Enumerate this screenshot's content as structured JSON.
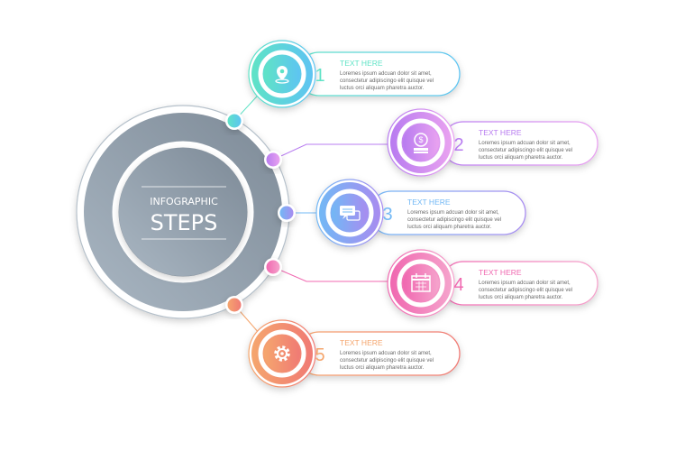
{
  "center": {
    "line1": "INFOGRAPHIC",
    "line2": "STEPS"
  },
  "steps": [
    {
      "number": "1",
      "heading": "TEXT HERE",
      "icon": "location-pin-icon",
      "color_a": "#5fe3c6",
      "color_b": "#5ec4f2",
      "lines": [
        "Loremes ipsum adcuan dolor sit amet,",
        "consectetur adipiscingo elit quisque vel",
        "luctus orci aliquam pharetra auctor."
      ]
    },
    {
      "number": "2",
      "heading": "TEXT HERE",
      "icon": "coin-money-icon",
      "color_a": "#b87cf0",
      "color_b": "#e9a2f0",
      "lines": [
        "Loremes ipsum adcuan dolor sit amet,",
        "consectetur adipiscingo elit quisque vel",
        "luctus orci aliquam pharetra auctor."
      ]
    },
    {
      "number": "3",
      "heading": "TEXT HERE",
      "icon": "chat-bubbles-icon",
      "color_a": "#72b8f5",
      "color_b": "#a88cf0",
      "lines": [
        "Loremes ipsum adcuan dolor sit amet,",
        "consectetur adipiscingo elit quisque vel",
        "luctus orci aliquam pharetra auctor."
      ]
    },
    {
      "number": "4",
      "heading": "TEXT HERE",
      "icon": "calendar-icon",
      "color_a": "#f068b0",
      "color_b": "#f5a3cc",
      "lines": [
        "Loremes ipsum adcuan dolor sit amet,",
        "consectetur adipiscingo elit quisque vel",
        "luctus orci aliquam pharetra auctor."
      ]
    },
    {
      "number": "5",
      "heading": "TEXT HERE",
      "icon": "gear-icon",
      "color_a": "#f5a66e",
      "color_b": "#f07a74",
      "lines": [
        "Loremes ipsum adcuan dolor sit amet,",
        "consectetur adipiscingo elit quisque vel",
        "luctus orci aliquam pharetra auctor."
      ]
    }
  ]
}
